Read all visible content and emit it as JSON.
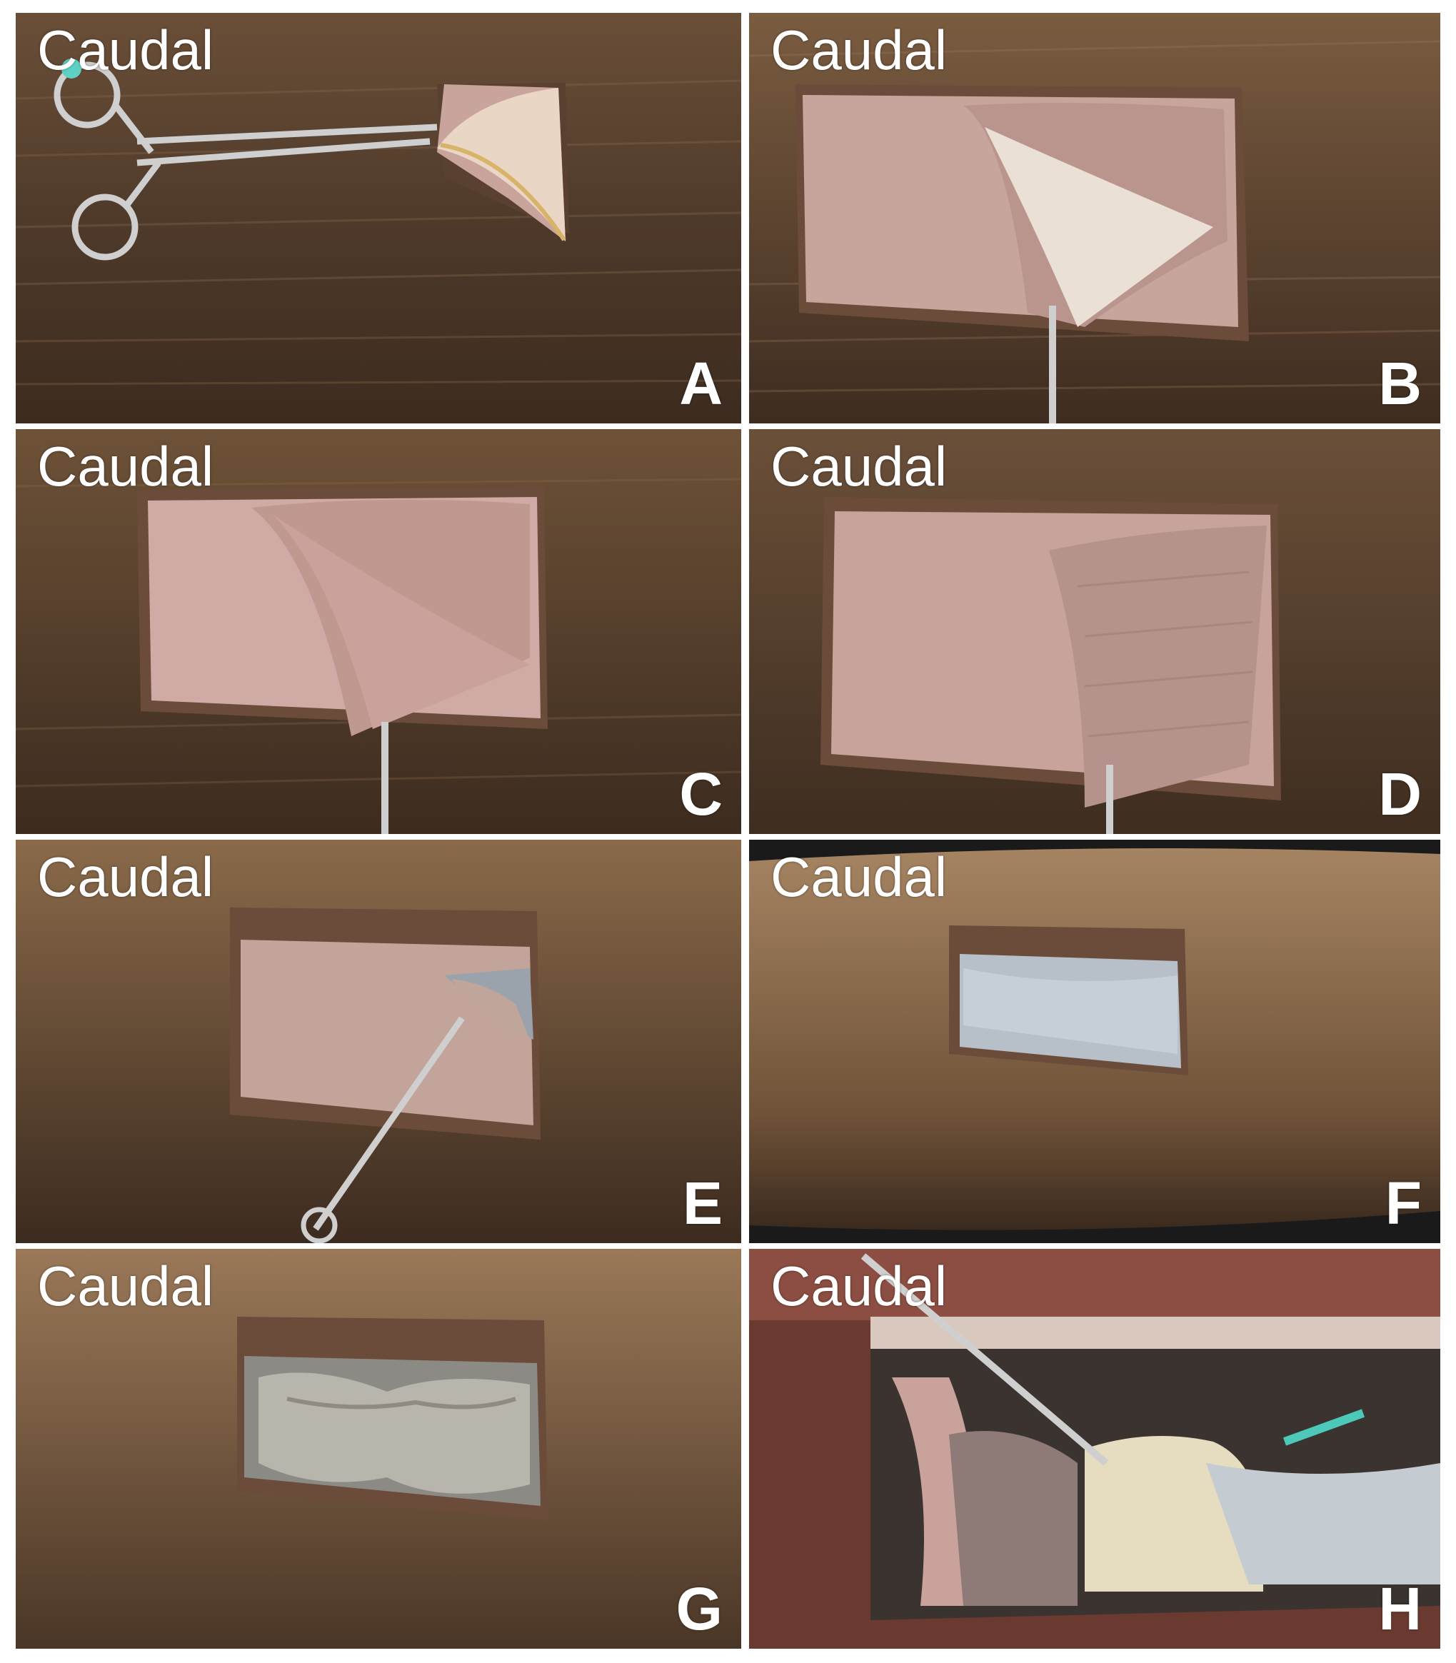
{
  "figure": {
    "panels": [
      {
        "letter": "A",
        "orientation_label": "Caudal"
      },
      {
        "letter": "B",
        "orientation_label": "Caudal"
      },
      {
        "letter": "C",
        "orientation_label": "Caudal"
      },
      {
        "letter": "D",
        "orientation_label": "Caudal"
      },
      {
        "letter": "E",
        "orientation_label": "Caudal"
      },
      {
        "letter": "F",
        "orientation_label": "Caudal"
      },
      {
        "letter": "G",
        "orientation_label": "Caudal"
      },
      {
        "letter": "H",
        "orientation_label": "Caudal"
      }
    ]
  },
  "colors": {
    "fur_dark": "#4a3626",
    "fur_light": "#8a6a4a",
    "muscle": "#c9a39a",
    "tissue_pale": "#e6d2c8",
    "membrane_grey": "#9da3a8",
    "instrument": "#c8c8c8"
  }
}
